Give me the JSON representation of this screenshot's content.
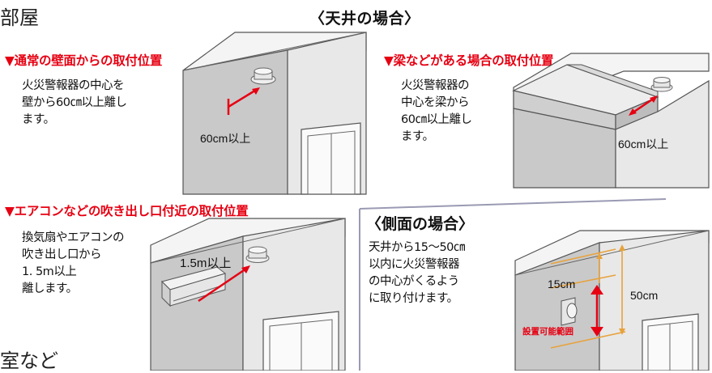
{
  "page": {
    "title_partial": "部屋",
    "footer_partial": "室など"
  },
  "ceiling_section": {
    "title": "〈天井の場合〉"
  },
  "panel_wall": {
    "heading": "▼通常の壁面からの取付位置",
    "body": "火災警報器の中心を\n壁から60㎝以上離し\nます。",
    "measure": "60cm以上"
  },
  "panel_beam": {
    "heading": "▼梁などがある場合の取付位置",
    "body": "火災警報器の\n中心を梁から\n60㎝以上離し\nます。",
    "measure": "60cm以上"
  },
  "panel_aircon": {
    "heading": "▼エアコンなどの吹き出し口付近の取付位置",
    "body": "換気扇やエアコンの\n吹き出し口から\n1. 5m以上\n離します。",
    "measure": "1.5m以上"
  },
  "side_section": {
    "title": "〈側面の場合〉",
    "body": "天井から15～50㎝\n以内に火災警報器\nの中心がくるよう\nに取り付けます。",
    "measure_top": "15cm",
    "measure_total": "50cm",
    "range_label": "設置可能範囲"
  },
  "colors": {
    "accent_red": "#e60012",
    "guide_orange": "#e8a23c"
  },
  "icons": [
    "smoke-detector-icon",
    "air-conditioner-icon",
    "window-icon",
    "wall-mounted-detector-icon"
  ]
}
